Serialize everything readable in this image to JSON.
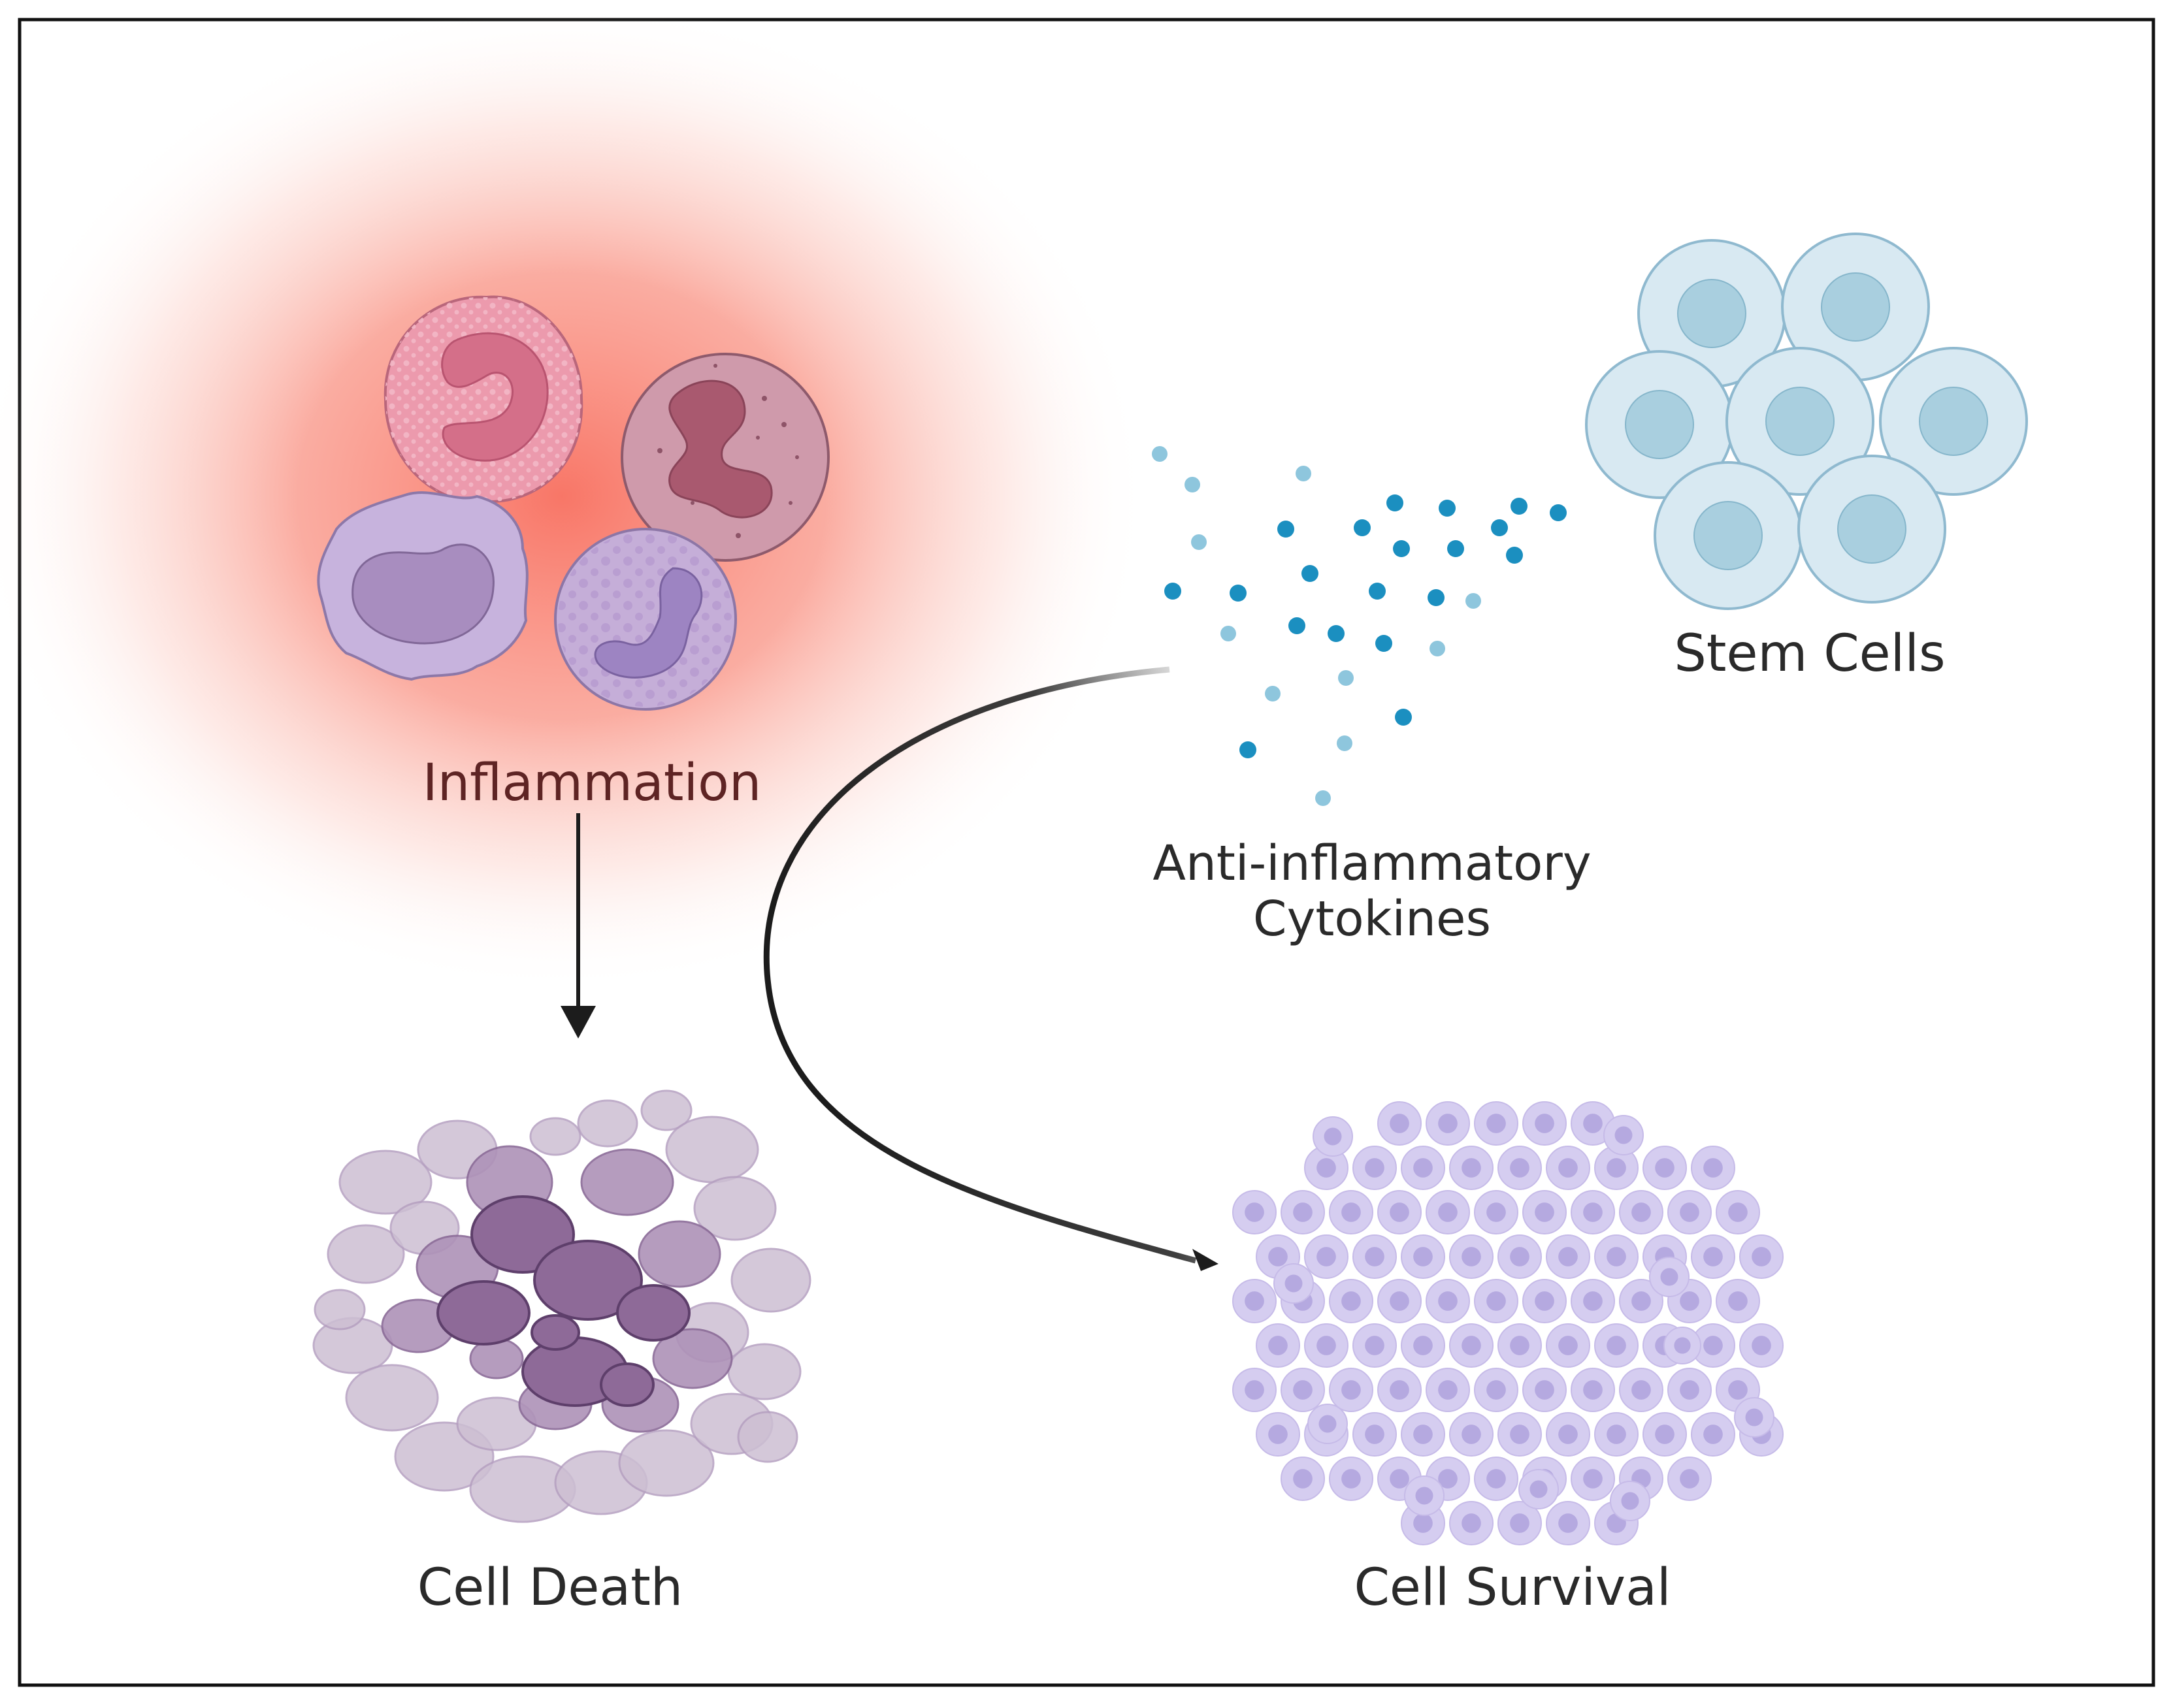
{
  "figure": {
    "labels": {
      "inflammation": "Inflammation",
      "stem_cells": "Stem Cells",
      "cytokines_line1": "Anti-inflammatory",
      "cytokines_line2": "Cytokines",
      "cell_death": "Cell Death",
      "cell_survival": "Cell Survival"
    },
    "colors": {
      "frame": "#111111",
      "inflammation_glow": "#f7877a",
      "immune_cell_pink": "#e892a6",
      "immune_cell_mauve": "#c99aa8",
      "immune_cell_lavender": "#c7b2dc",
      "nucleus_pink": "#d3738c",
      "nucleus_purple": "#9a7cae",
      "stem_cell_fill": "#d8e9f2",
      "stem_cell_nucleus": "#a9cfdf",
      "cytokine_dark": "#1b8fc0",
      "cytokine_light": "#8ec6dd",
      "dead_cell_dark": "#8e6a98",
      "dead_cell_light": "#cdbfd3",
      "surviving_cell": "#d5cdf0",
      "surviving_nucleus": "#b5a9e0",
      "arrow": "#1c1c1c"
    },
    "icons": [
      "neutrophil-icon",
      "basophil-icon",
      "monocyte-icon",
      "eosinophil-icon",
      "stem-cell-cluster-icon",
      "cytokine-particles-icon",
      "dead-cell-debris-icon",
      "surviving-cell-cluster-icon",
      "down-arrow-icon",
      "curved-arrow-icon"
    ]
  }
}
